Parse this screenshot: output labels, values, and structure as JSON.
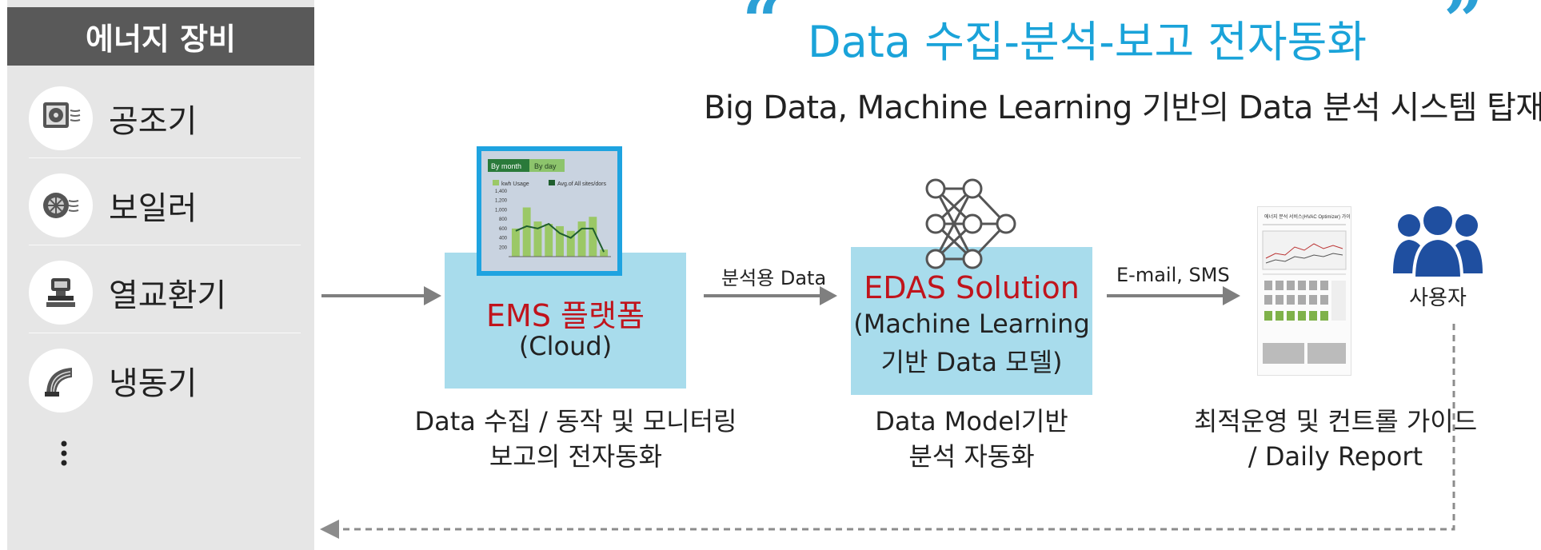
{
  "sidebar": {
    "header": "에너지 장비",
    "items": [
      {
        "label": "공조기",
        "icon": "air-handler-icon"
      },
      {
        "label": "보일러",
        "icon": "boiler-icon"
      },
      {
        "label": "열교환기",
        "icon": "heat-exchanger-icon"
      },
      {
        "label": "냉동기",
        "icon": "chiller-icon"
      }
    ],
    "more": "⋮"
  },
  "title": {
    "quote_open": "“",
    "main": "Data 수집-분석-보고 전자동화",
    "quote_close": "”",
    "sub": "Big Data, Machine Learning 기반의 Data 분석 시스템 탑재"
  },
  "ems": {
    "name": "EMS 플랫폼",
    "sub": "(Cloud)",
    "caption_line1": "Data 수집 / 동작 및 모니터링",
    "caption_line2": "보고의 전자동화"
  },
  "ems_thumbnail": {
    "tab_month": "By month",
    "tab_day": "By day",
    "legend_bar": "kwh Usage",
    "legend_line": "Avg.of All sites/dors",
    "y_ticks": [
      "1,400",
      "1,200",
      "1,000",
      "800",
      "600",
      "400",
      "200"
    ],
    "bars": [
      600,
      1050,
      750,
      700,
      650,
      550,
      750,
      850,
      150
    ],
    "line": [
      550,
      650,
      600,
      700,
      500,
      400,
      600,
      600,
      100
    ],
    "colors": {
      "bar": "#9bc866",
      "line": "#1f5e2e",
      "header": "#2a7a3a"
    }
  },
  "edas": {
    "name": "EDAS Solution",
    "sub_line1": "(Machine Learning",
    "sub_line2": "기반 Data 모델)",
    "caption_line1": "Data Model기반",
    "caption_line2": "분석 자동화"
  },
  "report": {
    "caption_line1": "최적운영 및 컨트롤 가이드",
    "caption_line2": "/ Daily Report",
    "thumb_title": "에너지 분석 서비스(HVAC Optimizer) 가이드"
  },
  "flows": {
    "to_edas": "분석용 Data",
    "to_report": "E-mail, SMS"
  },
  "user": {
    "label": "사용자"
  },
  "colors": {
    "accent_blue": "#1aa3d9",
    "box_fill": "#a8dcec",
    "red_text": "#c0141c",
    "user_icon": "#1f4fa0",
    "sidebar_header": "#595959",
    "sidebar_bg": "#e6e6e6"
  }
}
